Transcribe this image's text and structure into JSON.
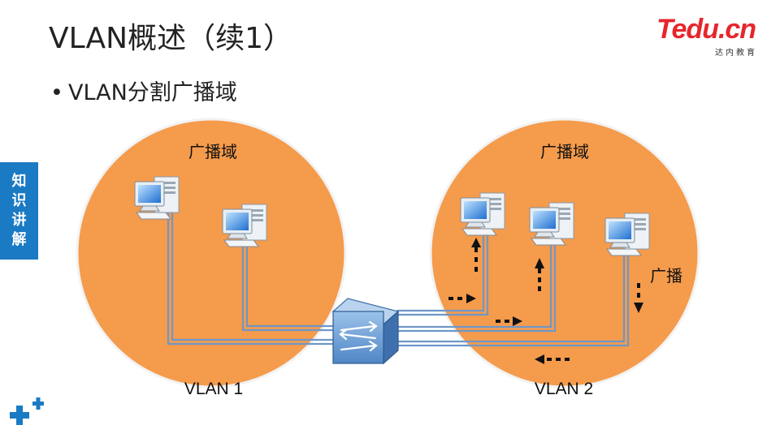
{
  "slide": {
    "title": "VLAN概述（续1）",
    "bullet": "VLAN分割广播域"
  },
  "logo": {
    "mark": "Tedu.cn",
    "sub": "达内教育"
  },
  "side_tab": {
    "chars": [
      "知",
      "识",
      "讲",
      "解"
    ]
  },
  "diagram": {
    "left_domain": {
      "label": "广播域",
      "vlan_label": "VLAN 1"
    },
    "right_domain": {
      "label": "广播域",
      "vlan_label": "VLAN 2"
    },
    "broadcast_label": "广播"
  },
  "colors": {
    "domain_fill": "#f59b4c",
    "domain_stroke": "#f2f2f2",
    "link": "#6e97c7",
    "side_tab": "#1b7ac4",
    "logo_red": "#e6262d",
    "plus_blue": "#1b7ac4"
  },
  "icons": [
    "pc-icon",
    "switch-icon",
    "arrow-icon",
    "plus-icon"
  ]
}
